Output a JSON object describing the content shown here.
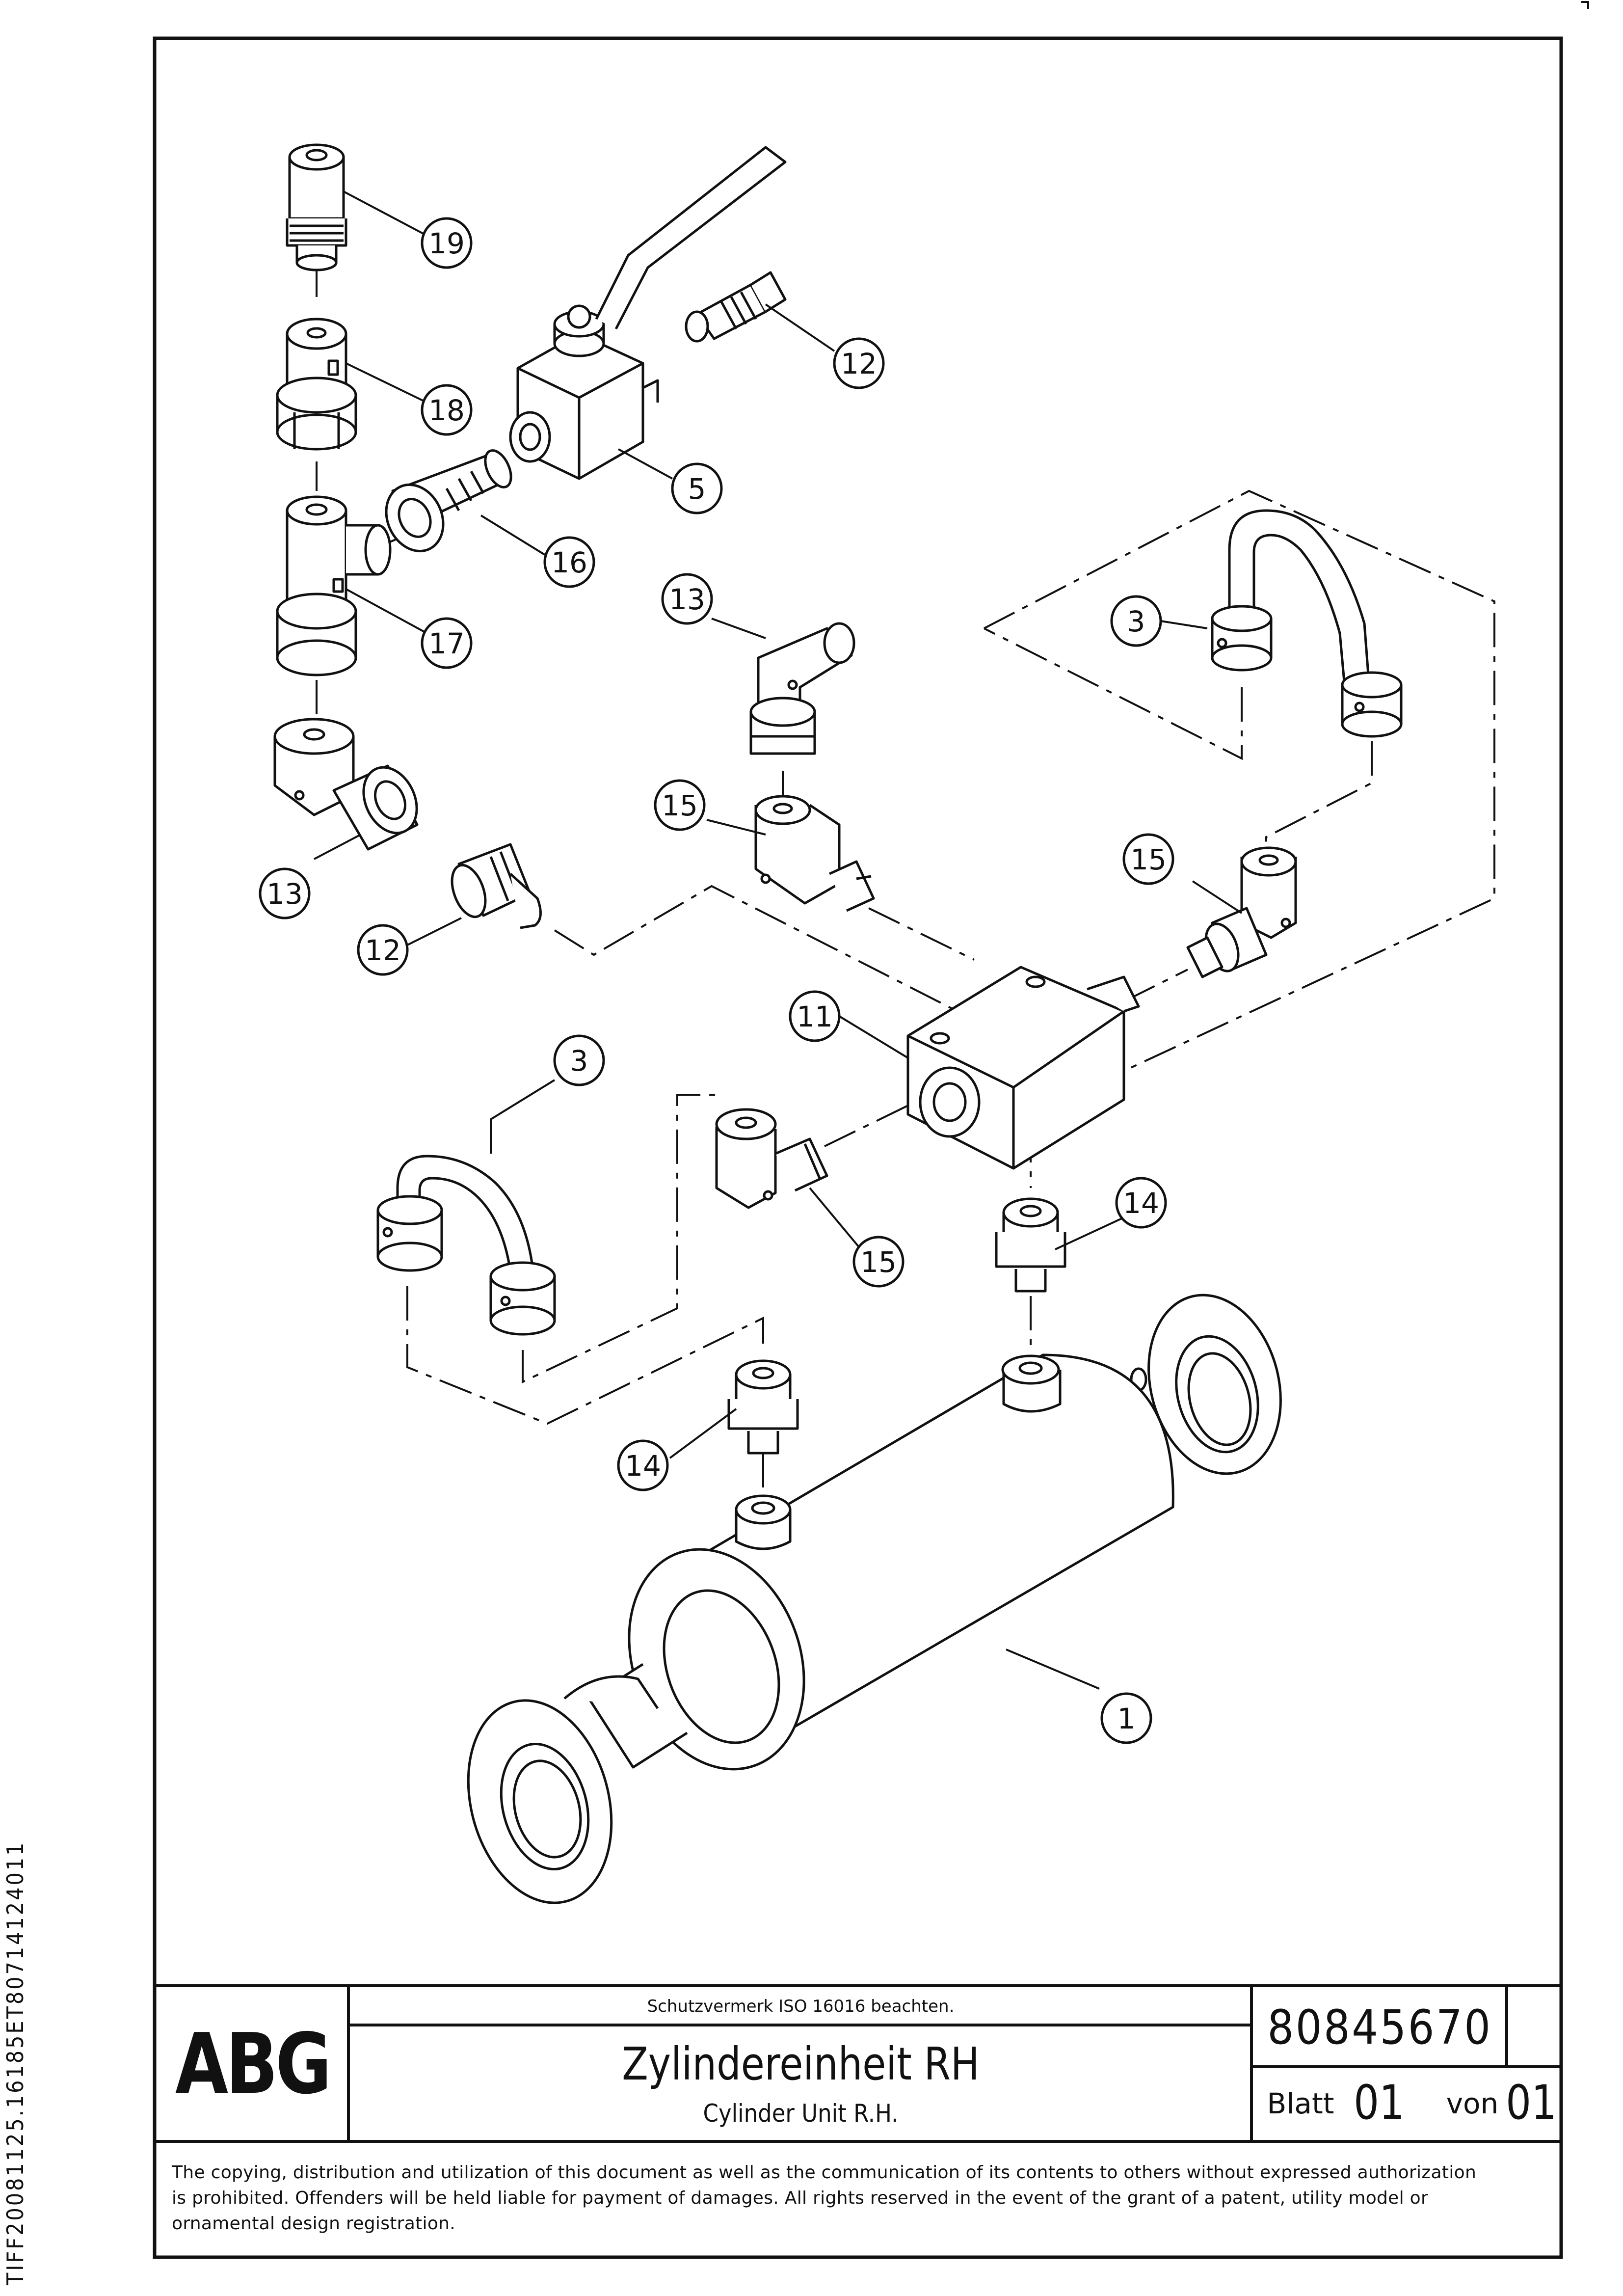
{
  "side_id": "TIFF20081125.16185ET80714124011",
  "callouts": [
    {
      "n": "19"
    },
    {
      "n": "12"
    },
    {
      "n": "18"
    },
    {
      "n": "5"
    },
    {
      "n": "16"
    },
    {
      "n": "13"
    },
    {
      "n": "3"
    },
    {
      "n": "17"
    },
    {
      "n": "15"
    },
    {
      "n": "15"
    },
    {
      "n": "13"
    },
    {
      "n": "12"
    },
    {
      "n": "11"
    },
    {
      "n": "3"
    },
    {
      "n": "14"
    },
    {
      "n": "15"
    },
    {
      "n": "14"
    },
    {
      "n": "1"
    }
  ],
  "title_block": {
    "logo": "ABG",
    "notice": "Schutzvermerk ISO 16016 beachten.",
    "title_de": "Zylindereinheit RH",
    "title_en": "Cylinder Unit R.H.",
    "drawing_number": "80845670",
    "sheet_label": "Blatt",
    "sheet_number": "01",
    "of_label": "von",
    "sheet_total": "01"
  },
  "copyright_lines": [
    "The copying, distribution and utilization of this document as well as the communication of its contents to others without expressed authorization",
    "is prohibited. Offenders will be held liable for payment of damages. All rights reserved in the event of the grant of a patent, utility model or",
    "ornamental design registration."
  ]
}
